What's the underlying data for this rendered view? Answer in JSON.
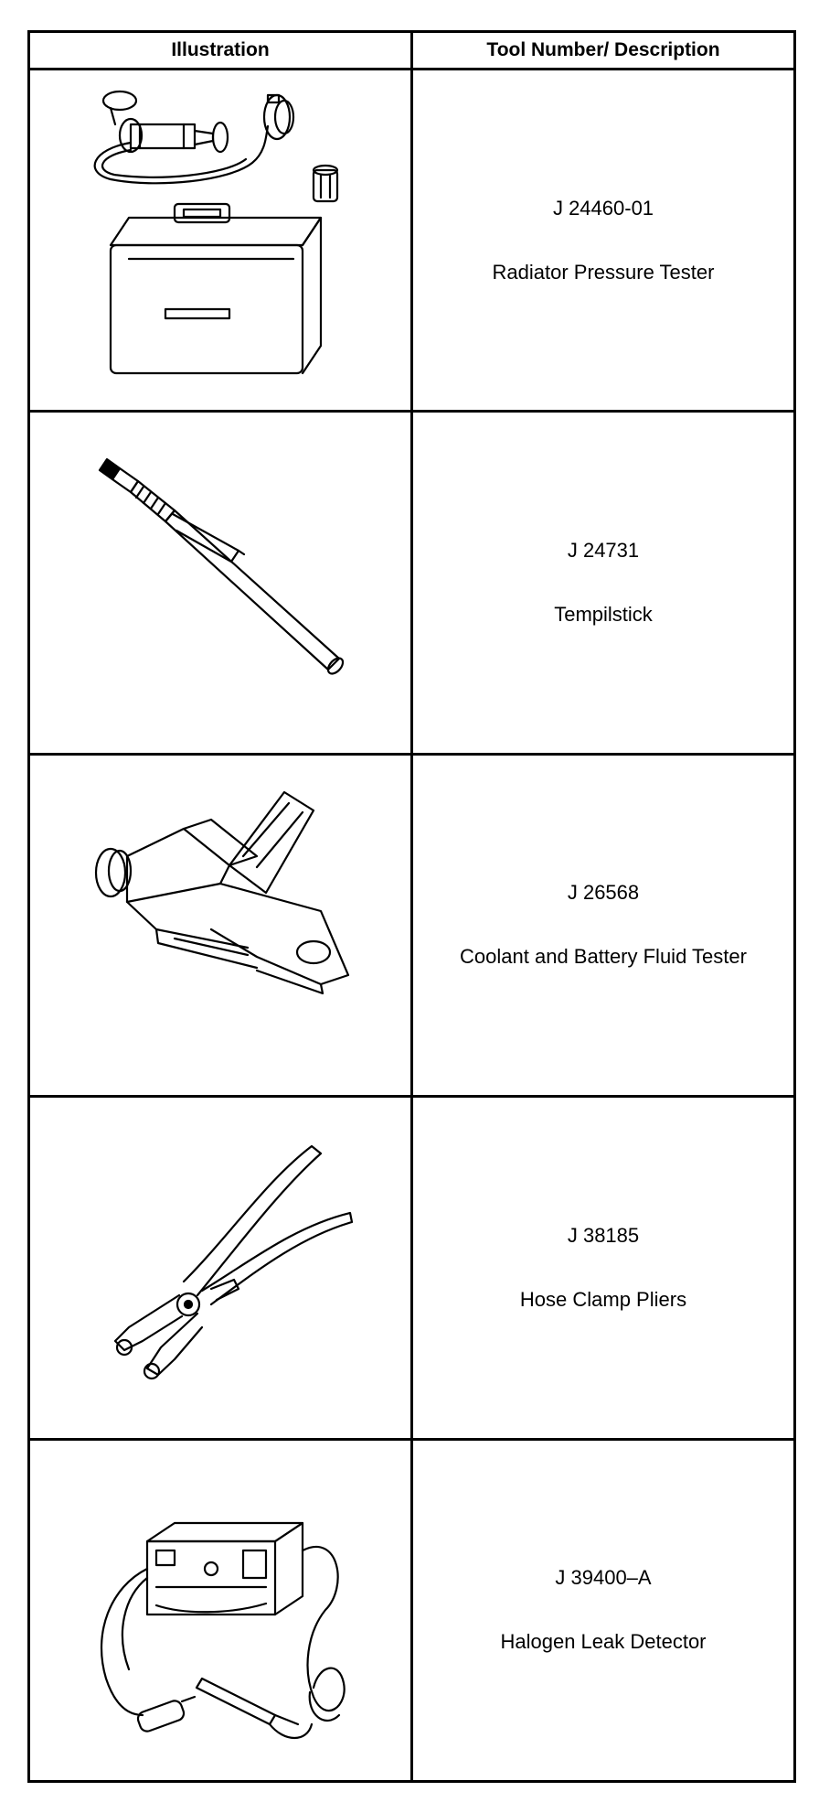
{
  "header": {
    "illustration": "Illustration",
    "tool": "Tool Number/ Description"
  },
  "tools": [
    {
      "number": "J 24460-01",
      "description": "Radiator Pressure Tester",
      "icon": "radiator-pressure-tester-icon"
    },
    {
      "number": "J 24731",
      "description": "Tempilstick",
      "icon": "tempilstick-icon"
    },
    {
      "number": "J 26568",
      "description": "Coolant and Battery Fluid Tester",
      "icon": "coolant-battery-fluid-tester-icon"
    },
    {
      "number": "J 38185",
      "description": "Hose Clamp Pliers",
      "icon": "hose-clamp-pliers-icon"
    },
    {
      "number": "J 39400–A",
      "description": "Halogen Leak Detector",
      "icon": "halogen-leak-detector-icon"
    }
  ]
}
